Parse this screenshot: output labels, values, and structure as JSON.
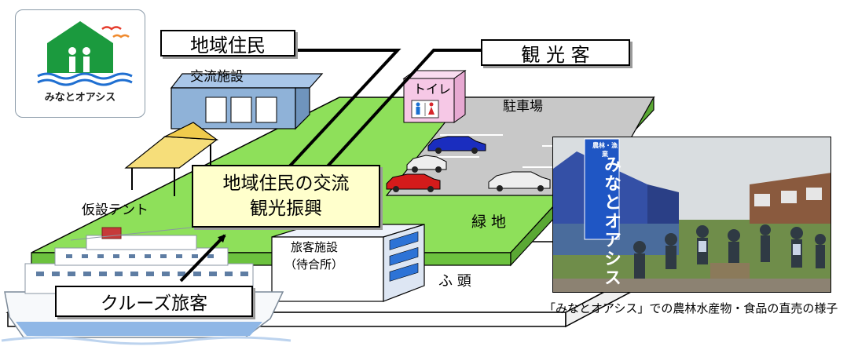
{
  "logo": {
    "name": "みなとオアシス",
    "icon": "house-family-waves-logo"
  },
  "labels": {
    "residents": "地域住民",
    "tourists": "観 光 客",
    "exchange_facility": "交流施設",
    "toilet": "トイレ",
    "parking": "駐車場",
    "center_line1": "地域住民の交流",
    "center_line2": "観光振興",
    "tent": "仮設テント",
    "green_area": "緑 地",
    "passenger_facility_line1": "旅客施設",
    "passenger_facility_line2": "（待合所）",
    "wharf": "ふ 頭",
    "cruise": "クルーズ旅客"
  },
  "photo": {
    "sign_text": "みなとオアシス",
    "sign_small": "農林・漁業",
    "caption": "「みなとオアシス」での農林水産物・食品の直売の様子"
  },
  "colors": {
    "green_area": "#8ee05a",
    "parking_gray": "#c8c8c8",
    "wharf_white": "#ffffff",
    "building_blue": "#8fb2d8",
    "tent_yellow": "#f6de7a",
    "center_box": "#ffffcc",
    "toilet_pink": "#f6c8e6",
    "car_blue": "#1a2dbf",
    "car_red": "#d41b1b",
    "car_white": "#eeeeee",
    "sign_blue": "#1f56c4"
  }
}
